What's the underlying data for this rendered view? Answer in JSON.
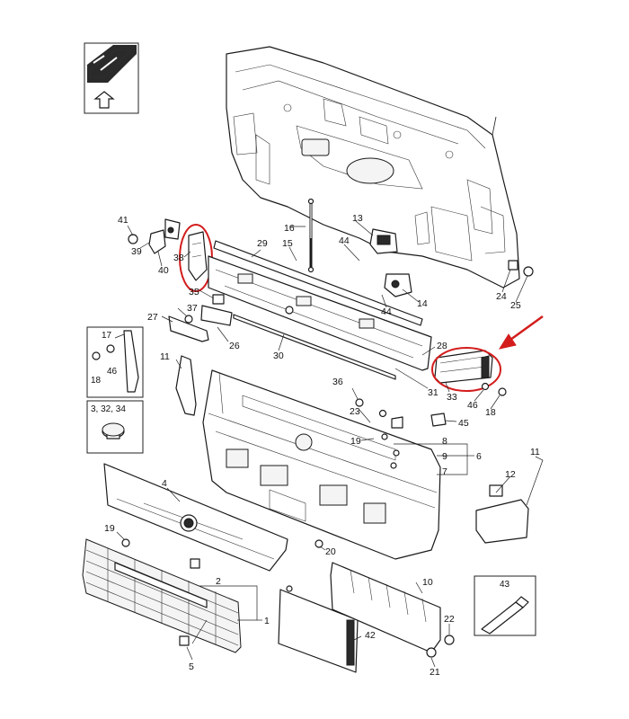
{
  "diagram": {
    "callouts": [
      {
        "id": "c41",
        "label": "41"
      },
      {
        "id": "c39",
        "label": "39"
      },
      {
        "id": "c40",
        "label": "40"
      },
      {
        "id": "c38",
        "label": "38"
      },
      {
        "id": "c35",
        "label": "35"
      },
      {
        "id": "c16",
        "label": "16"
      },
      {
        "id": "c15",
        "label": "15"
      },
      {
        "id": "c29",
        "label": "29"
      },
      {
        "id": "c13",
        "label": "13"
      },
      {
        "id": "c44a",
        "label": "44"
      },
      {
        "id": "c44b",
        "label": "44"
      },
      {
        "id": "c14",
        "label": "14"
      },
      {
        "id": "c24",
        "label": "24"
      },
      {
        "id": "c25",
        "label": "25"
      },
      {
        "id": "c37",
        "label": "37"
      },
      {
        "id": "c27",
        "label": "27"
      },
      {
        "id": "c26",
        "label": "26"
      },
      {
        "id": "c30",
        "label": "30"
      },
      {
        "id": "c28",
        "label": "28"
      },
      {
        "id": "c33",
        "label": "33"
      },
      {
        "id": "c46b",
        "label": "46"
      },
      {
        "id": "c18b",
        "label": "18"
      },
      {
        "id": "c31",
        "label": "31"
      },
      {
        "id": "c36",
        "label": "36"
      },
      {
        "id": "c11a",
        "label": "11"
      },
      {
        "id": "c23",
        "label": "23"
      },
      {
        "id": "c45",
        "label": "45"
      },
      {
        "id": "c19a",
        "label": "19"
      },
      {
        "id": "c8",
        "label": "8"
      },
      {
        "id": "c9",
        "label": "9"
      },
      {
        "id": "c7",
        "label": "7"
      },
      {
        "id": "c6",
        "label": "6"
      },
      {
        "id": "c11b",
        "label": "11"
      },
      {
        "id": "c12",
        "label": "12"
      },
      {
        "id": "c4",
        "label": "4"
      },
      {
        "id": "c19b",
        "label": "19"
      },
      {
        "id": "c20",
        "label": "20"
      },
      {
        "id": "c2",
        "label": "2"
      },
      {
        "id": "c1",
        "label": "1"
      },
      {
        "id": "c10",
        "label": "10"
      },
      {
        "id": "c42",
        "label": "42"
      },
      {
        "id": "c22",
        "label": "22"
      },
      {
        "id": "c21",
        "label": "21"
      },
      {
        "id": "c5",
        "label": "5"
      }
    ],
    "insets": [
      {
        "id": "inset-17",
        "labels": [
          {
            "id": "i17",
            "text": "17"
          },
          {
            "id": "i46",
            "text": "46"
          },
          {
            "id": "i18",
            "text": "18"
          }
        ]
      },
      {
        "id": "inset-3",
        "labels": [
          {
            "id": "i3",
            "text": "3, 32, 34"
          }
        ]
      },
      {
        "id": "inset-43",
        "labels": [
          {
            "id": "i43",
            "text": "43"
          }
        ]
      }
    ],
    "highlight_color": "#d31d1d"
  }
}
